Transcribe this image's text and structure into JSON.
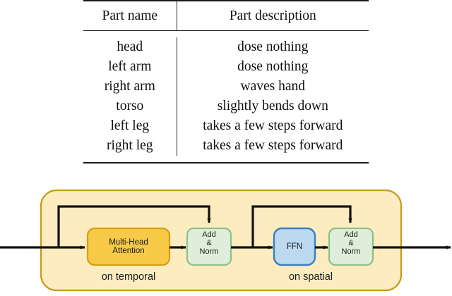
{
  "table": {
    "name": "part-description-table",
    "headers": [
      "Part name",
      "Part description"
    ],
    "rows": [
      {
        "part": "head",
        "description": "dose nothing"
      },
      {
        "part": "left arm",
        "description": "dose nothing"
      },
      {
        "part": "right arm",
        "description": "waves hand"
      },
      {
        "part": "torso",
        "description": "slightly bends down"
      },
      {
        "part": "left leg",
        "description": "takes a few steps forward"
      },
      {
        "part": "right leg",
        "description": "takes a few steps forward"
      }
    ]
  },
  "diagram": {
    "name": "transformer-block-diagram",
    "outer_block": {
      "fill": "#fcecc0",
      "stroke": "#c79a1a"
    },
    "blocks": [
      {
        "id": "multi-head-attention",
        "label_line1": "Multi-Head",
        "label_line2": "Attention",
        "fill": "#f7c947",
        "stroke": "#d79f15"
      },
      {
        "id": "add-norm-temporal",
        "label_line1": "Add",
        "label_line2": "&",
        "label_line3": "Norm",
        "fill": "#dfeedb",
        "stroke": "#8ec08a"
      },
      {
        "id": "ffn",
        "label_line1": "FFN",
        "fill": "#bcd9f0",
        "stroke": "#3a7fc1"
      },
      {
        "id": "add-norm-spatial",
        "label_line1": "Add",
        "label_line2": "&",
        "label_line3": "Norm",
        "fill": "#dfeedb",
        "stroke": "#8ec08a"
      }
    ],
    "group_labels": {
      "temporal": "on temporal",
      "spatial": "on spatial"
    },
    "arrow_color": "#111111"
  }
}
